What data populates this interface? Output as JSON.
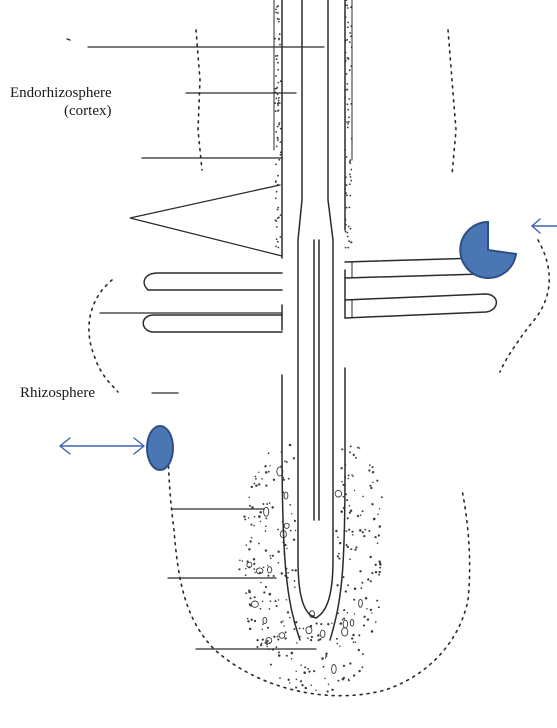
{
  "labels": {
    "endorhizosphere": "Endorhizosphere",
    "cortex": "(cortex)",
    "rhizosphere": "Rhizosphere"
  },
  "colors": {
    "ink": "#2b2b2b",
    "blob_fill": "#4a76b4",
    "blob_stroke": "#2d4f86",
    "arrow": "#3a64b0"
  },
  "icons": {
    "left_arrow": "double-headed-arrow-icon",
    "right_arrow": "double-headed-arrow-icon"
  }
}
